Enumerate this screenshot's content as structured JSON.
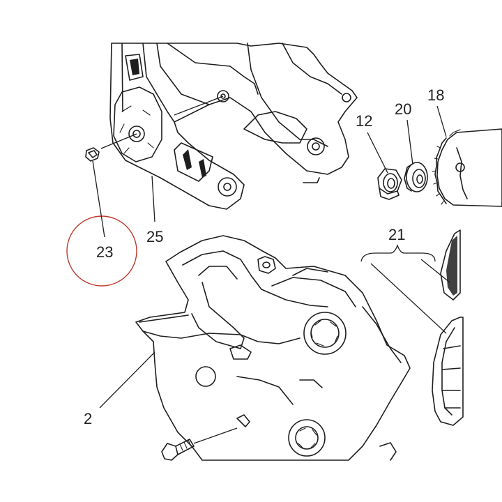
{
  "labels": {
    "l2": "2",
    "l12": "12",
    "l18": "18",
    "l20": "20",
    "l21": "21",
    "l23": "23",
    "l25": "25"
  },
  "highlight": {
    "part": "23",
    "color": "#c0392b"
  },
  "colors": {
    "ink": "#1e1e1e",
    "background": "#ffffff"
  }
}
